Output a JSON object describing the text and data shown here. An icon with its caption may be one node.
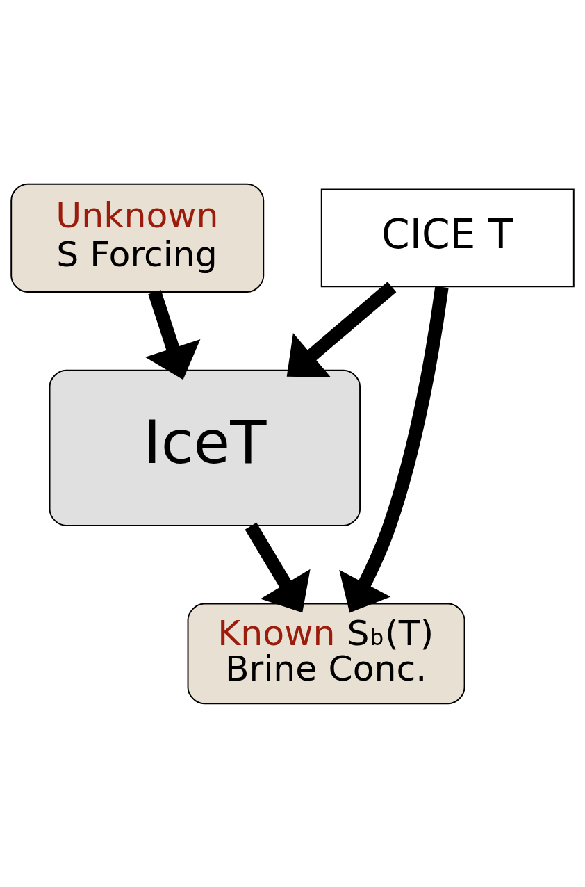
{
  "diagram": {
    "nodes": [
      {
        "text": [
          "CICE T"
        ]
      },
      {
        "text": [
          "Unknown",
          "S Forcing"
        ]
      },
      {
        "text": [
          "IceT"
        ]
      },
      {
        "text": [
          "Known S$_{b}$(T)",
          "Brine Conc."
        ]
      }
    ],
    "edges": [
      {
        "from": 1,
        "to": 2,
        "arrow": "to"
      },
      {
        "from": 0,
        "to": 2,
        "arrow": "to"
      },
      {
        "from": 2,
        "to": 3,
        "arrow": "to"
      },
      {
        "from": 0,
        "to": 3,
        "arrow": "to"
      }
    ]
  }
}
